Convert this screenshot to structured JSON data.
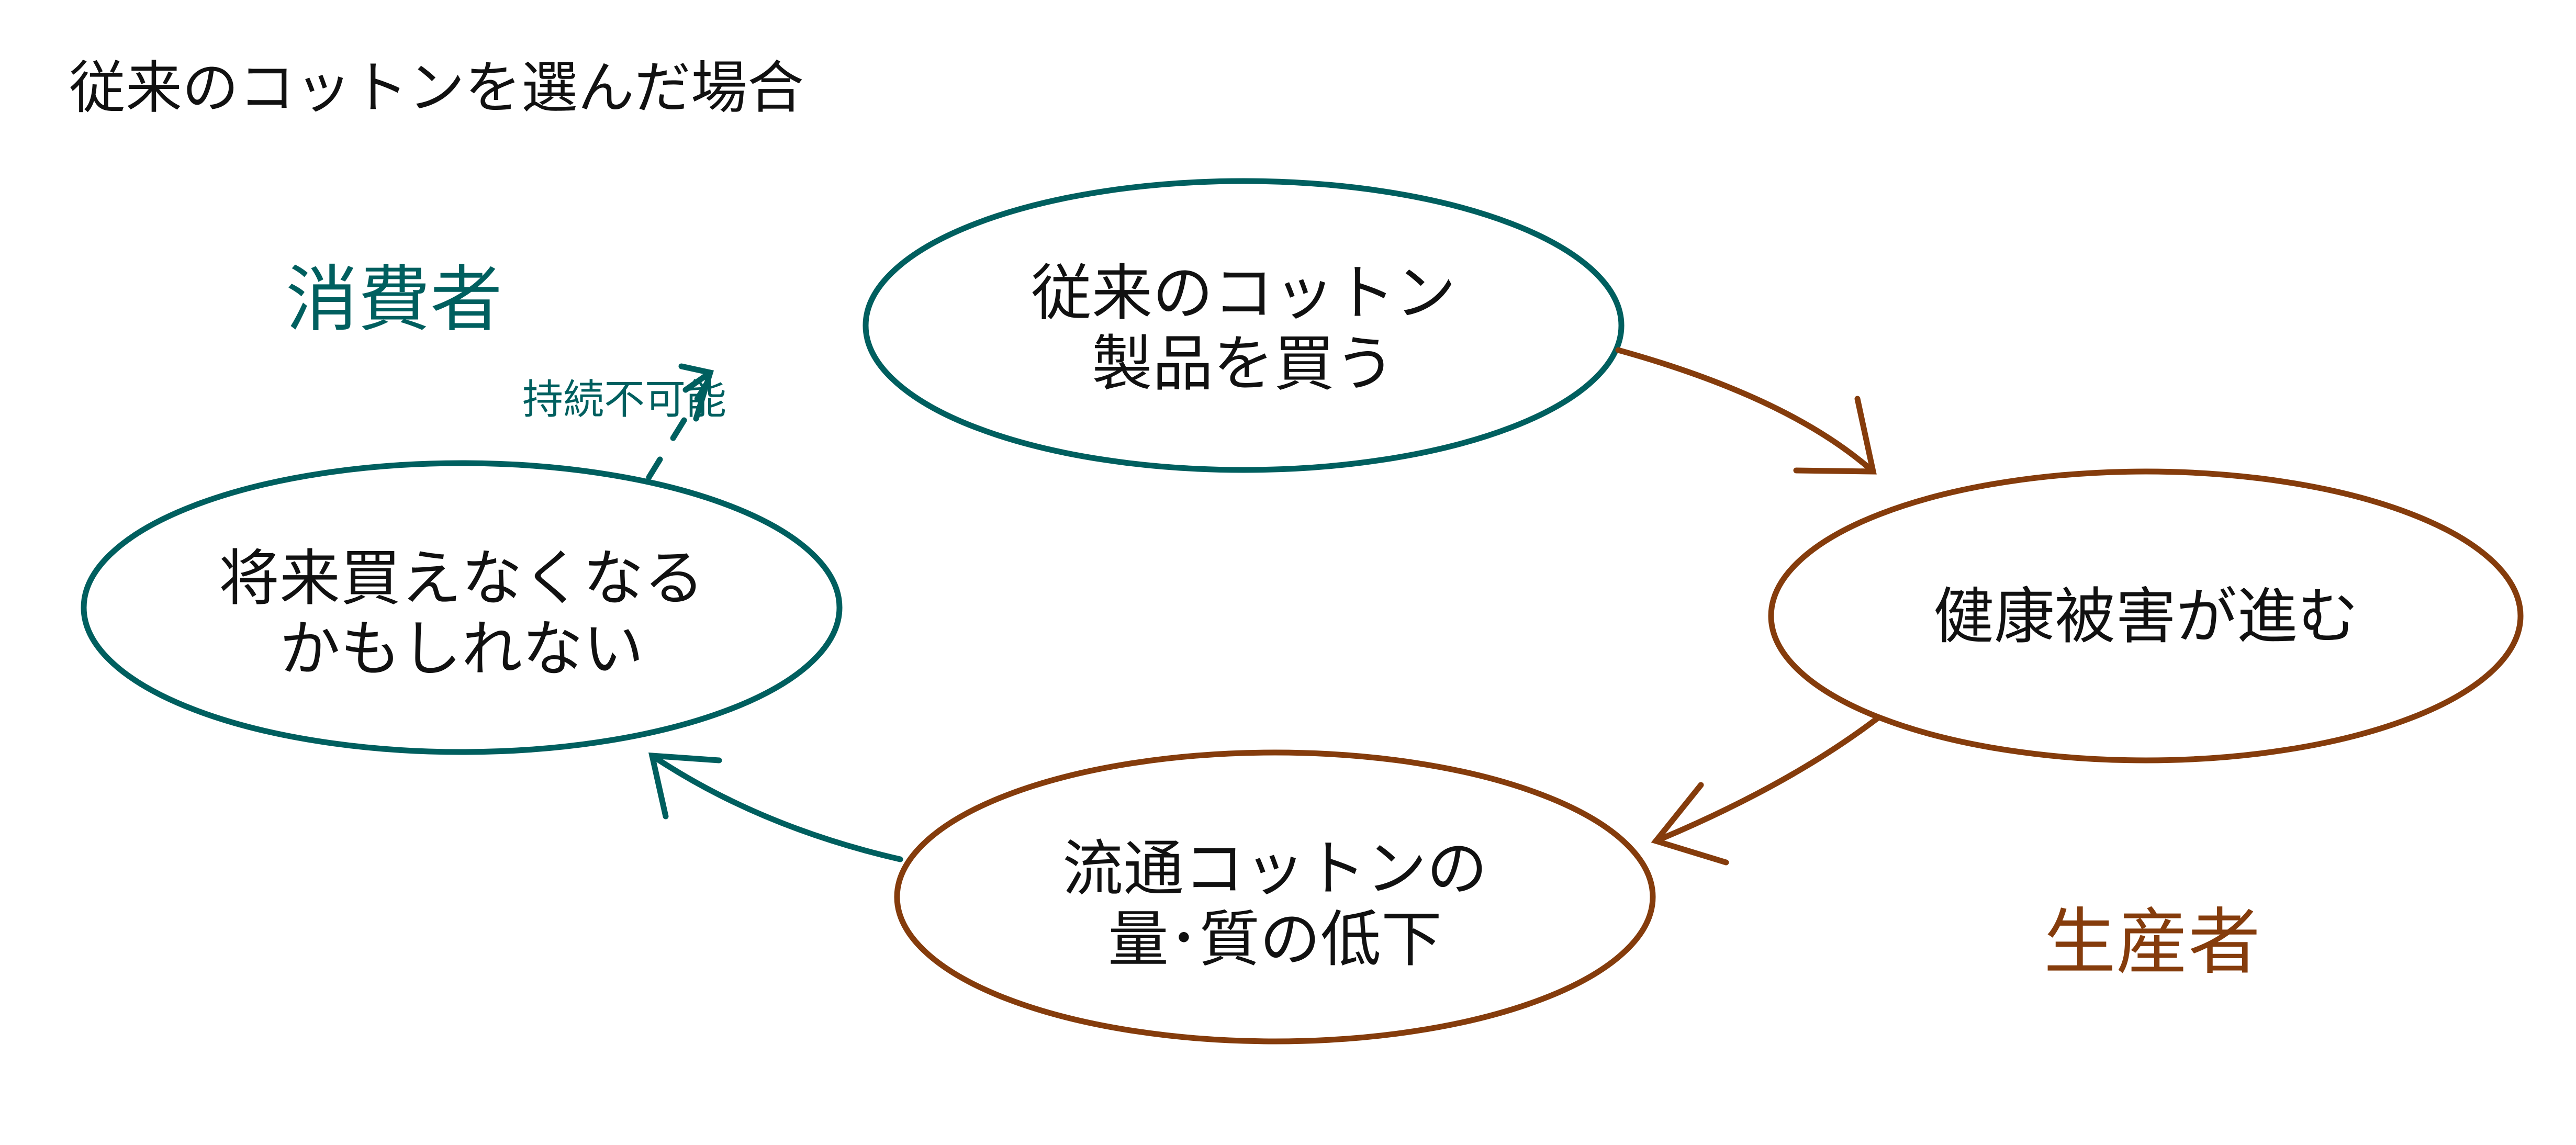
{
  "title": "従来のコットンを選んだ場合",
  "labels": {
    "consumer": "消費者",
    "producer": "生産者",
    "unsustainable": "持続不可能"
  },
  "nodes": [
    {
      "line1": "従来のコットン",
      "line2": "製品を買う"
    },
    {
      "line1": "健康被害が進む",
      "line2": ""
    },
    {
      "line1": "流通コットンの",
      "line2": "量･質の低下"
    },
    {
      "line1": "将来買えなくなる",
      "line2": "かもしれない"
    }
  ],
  "colors": {
    "consumer": "#005f5f",
    "producer": "#853c0c"
  }
}
